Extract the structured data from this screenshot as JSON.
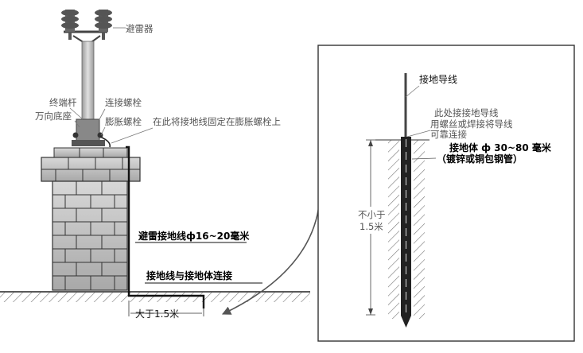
{
  "left_panel": {
    "arrester_label": "避雷器",
    "terminal_rod_label": "终端杆",
    "base_label": "万向底座",
    "connect_bolt_label": "连接螺栓",
    "expansion_bolt_label": "膨胀螺栓",
    "fix_note": "在此将接地线固定在膨胀螺栓上",
    "ground_wire_label": "避雷接地线ф16~20毫米",
    "connection_label": "接地线与接地体连接",
    "distance_label": "大于1.5米"
  },
  "right_panel": {
    "ground_conductor_label": "接地导线",
    "note_lines": [
      "此处接接地导线",
      "用螺丝或焊接将导线",
      "可靠连接"
    ],
    "electrode_label": "接地体 ф 30~80 毫米",
    "electrode_material": "（镀锌或铜包钢管）",
    "depth_lines": [
      "不小于",
      "1.5米"
    ]
  }
}
